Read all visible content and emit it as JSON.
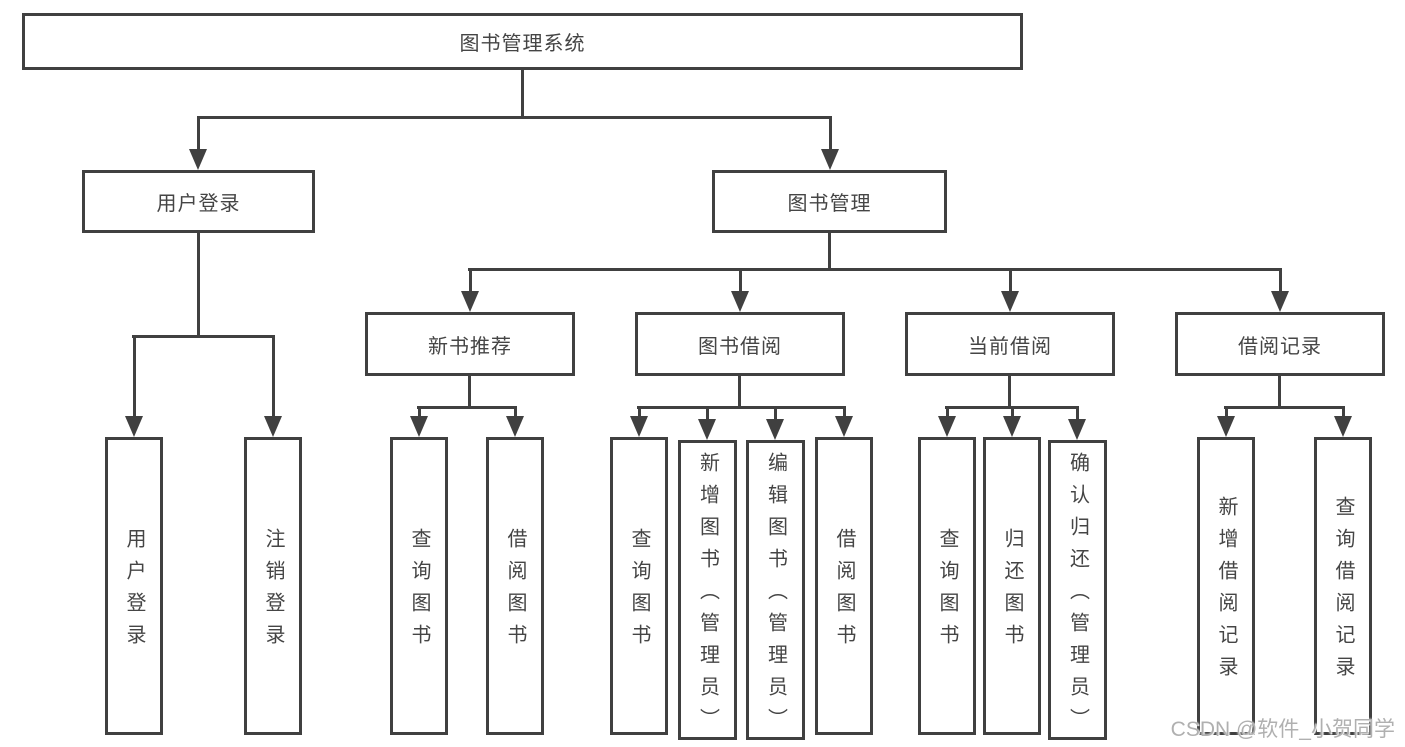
{
  "diagram": {
    "root": {
      "label": "图书管理系统"
    },
    "branches": [
      {
        "label": "用户登录",
        "children": [
          {
            "label": "用户登录"
          },
          {
            "label": "注销登录"
          }
        ]
      },
      {
        "label": "图书管理",
        "children": [
          {
            "label": "新书推荐",
            "children": [
              {
                "label": "查询图书"
              },
              {
                "label": "借阅图书"
              }
            ]
          },
          {
            "label": "图书借阅",
            "children": [
              {
                "label": "查询图书"
              },
              {
                "label": "新增图书（管理员）"
              },
              {
                "label": "编辑图书（管理员）"
              },
              {
                "label": "借阅图书"
              }
            ]
          },
          {
            "label": "当前借阅",
            "children": [
              {
                "label": "查询图书"
              },
              {
                "label": "归还图书"
              },
              {
                "label": "确认归还（管理员）"
              }
            ]
          },
          {
            "label": "借阅记录",
            "children": [
              {
                "label": "新增借阅记录"
              },
              {
                "label": "查询借阅记录"
              }
            ]
          }
        ]
      }
    ],
    "watermark": "CSDN @软件_小贺同学",
    "colors": {
      "line": "#404040",
      "text": "#454545",
      "box_fill": "#ffffff",
      "background": "#ffffff",
      "watermark": "#b0b0b0"
    }
  }
}
